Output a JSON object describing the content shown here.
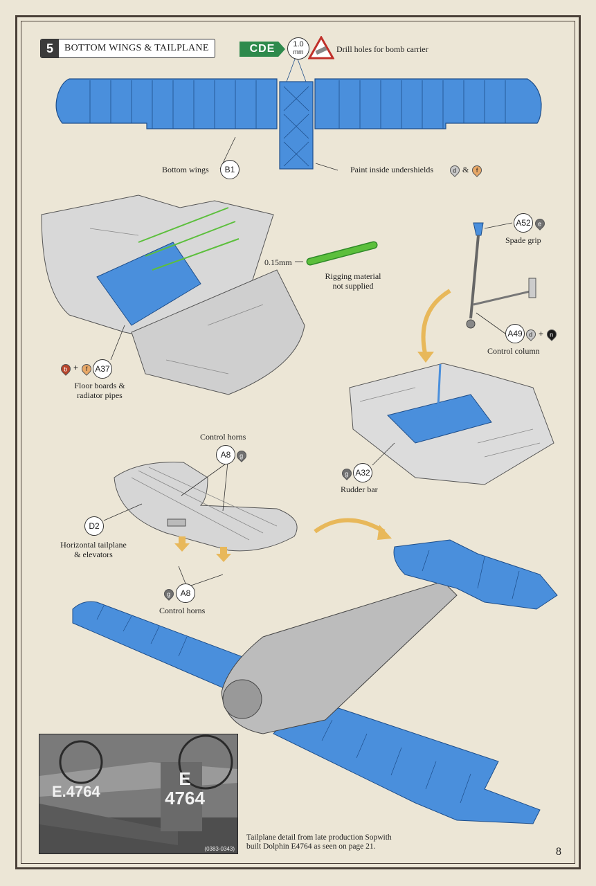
{
  "step": {
    "number": "5",
    "title": "BOTTOM WINGS & TAILPLANE"
  },
  "drill": {
    "variants": "CDE",
    "size_value": "1.0",
    "size_unit": "mm",
    "text": "Drill holes for bomb carrier"
  },
  "labels": {
    "bottom_wings": "Bottom wings",
    "paint_inside": "Paint inside undershields",
    "amp": "&",
    "rigging_size": "0.15mm",
    "rigging_line1": "Rigging material",
    "rigging_line2": "not supplied",
    "spade_grip": "Spade grip",
    "control_column": "Control column",
    "floor_line1": "Floor boards &",
    "floor_line2": "radiator pipes",
    "control_horns_top": "Control horns",
    "rudder_bar": "Rudder bar",
    "tailplane_line1": "Horizontal tailplane",
    "tailplane_line2": "& elevators",
    "control_horns_bottom": "Control horns"
  },
  "parts": {
    "b1": "B1",
    "a52": "A52",
    "a49": "A49",
    "a37": "A37",
    "a8_top": "A8",
    "a32": "A32",
    "d2": "D2",
    "a8_bottom": "A8"
  },
  "paints": {
    "d": "d",
    "f": "f",
    "e": "e",
    "n": "n",
    "b": "b",
    "g": "g"
  },
  "paint_colors": {
    "d": "#c8c8c8",
    "f": "#e8a868",
    "e": "#707070",
    "n": "#1a1a1a",
    "b": "#b8442a",
    "g": "#707070"
  },
  "colors": {
    "part_blue": "#4a8fdc",
    "rigging_green": "#5cbf3c",
    "arrow_gold": "#e8b85a",
    "cde_green": "#2e8a4c"
  },
  "photo": {
    "serial": "E 4764",
    "serial_fuselage": "E.4764",
    "ref": "(0383-0343)"
  },
  "caption": {
    "line1": "Tailplane detail from late production Sopwith",
    "line2": "built Dolphin E4764 as seen on page 21."
  },
  "page_number": "8"
}
